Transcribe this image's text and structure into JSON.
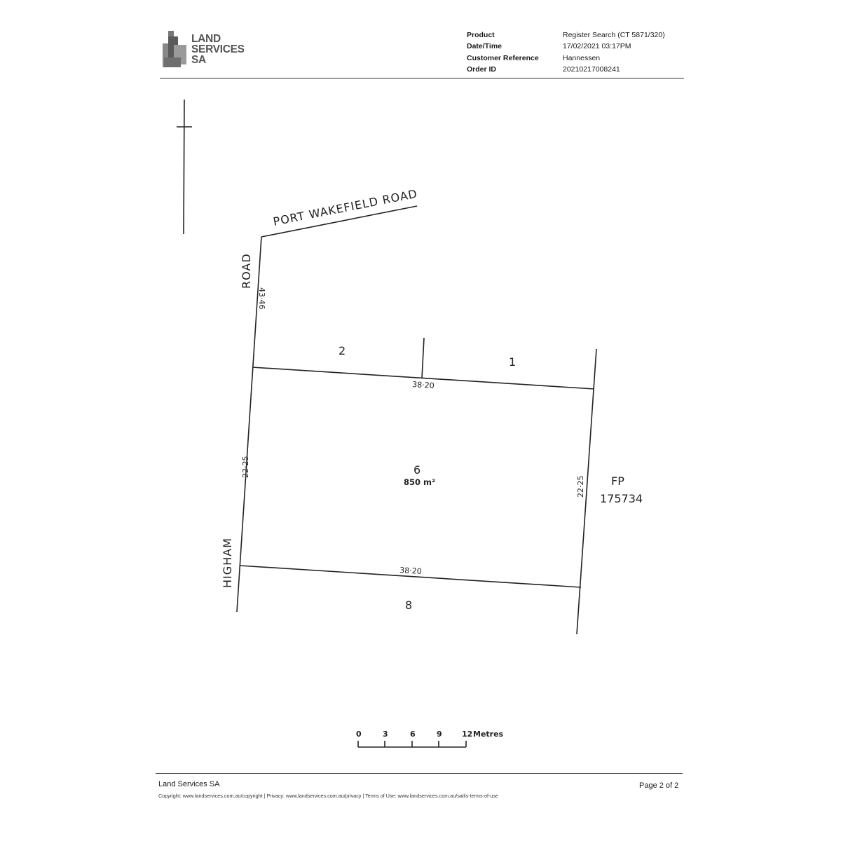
{
  "header": {
    "logo": {
      "line1": "LAND",
      "line2": "SERVICES",
      "line3": "SA"
    },
    "meta": [
      {
        "label": "Product",
        "value": "Register Search (CT 5871/320)"
      },
      {
        "label": "Date/Time",
        "value": "17/02/2021 03:17PM"
      },
      {
        "label": "Customer Reference",
        "value": "Hannessen"
      },
      {
        "label": "Order ID",
        "value": "20210217008241"
      }
    ]
  },
  "plan": {
    "road_north": "PORT WAKEFIELD ROAD",
    "road_west_1": "ROAD",
    "road_west_2": "HIGHAM",
    "dim_frontage": "43·46",
    "dim_top": "38·20",
    "dim_bottom": "38·20",
    "dim_left": "22·25",
    "dim_right": "22·25",
    "lot_2": "2",
    "lot_1": "1",
    "lot_6": "6",
    "lot_6_area": "850 m²",
    "lot_8": "8",
    "fp_label": "FP",
    "fp_number": "175734"
  },
  "scale_bar": {
    "ticks": [
      "0",
      "3",
      "6",
      "9",
      "12"
    ],
    "unit": "Metres"
  },
  "footer": {
    "org": "Land Services SA",
    "page": "Page 2 of 2",
    "copyright": "Copyright: www.landservices.com.au/copyright | Privacy: www.landservices.com.au/privacy | Terms of Use: www.landservices.com.au/sailis-terms-of-use"
  }
}
